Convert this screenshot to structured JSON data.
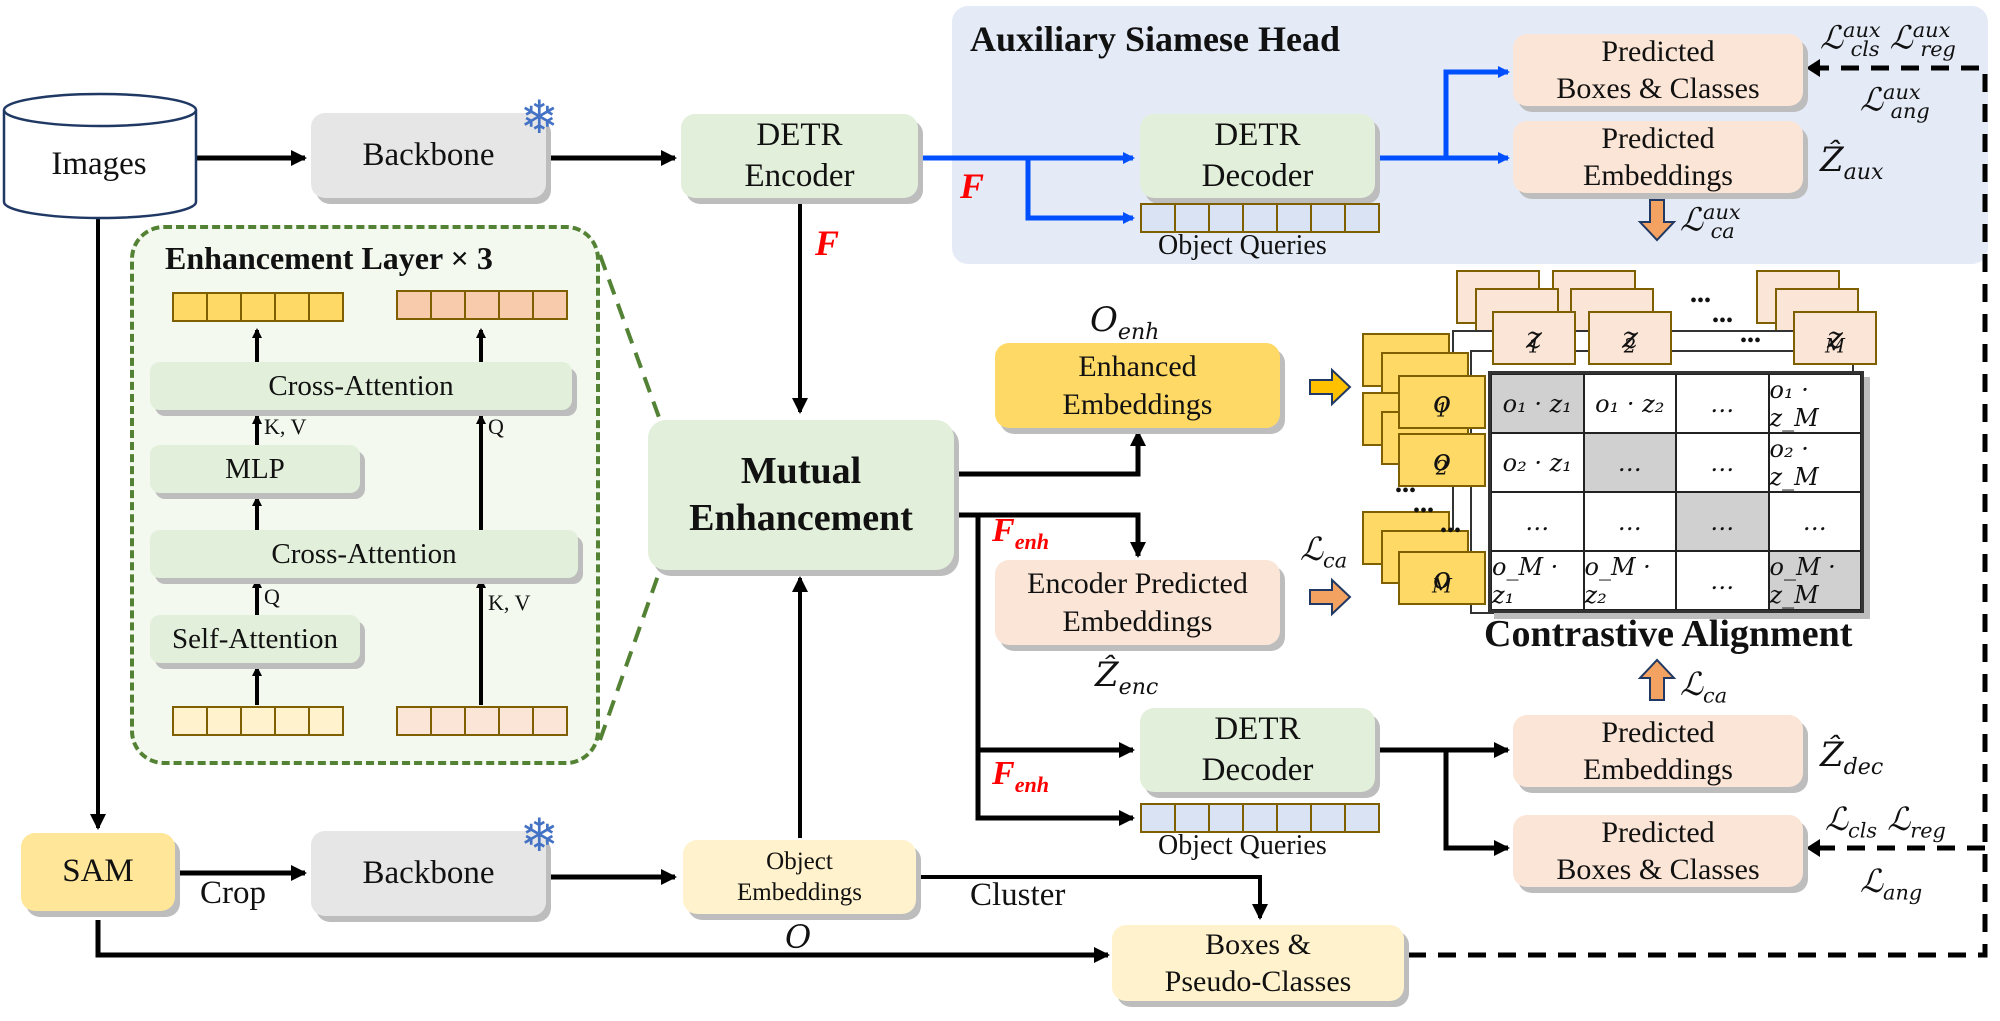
{
  "inputs": {
    "images": "Images",
    "backbone_top": "Backbone",
    "sam": "SAM",
    "crop": "Crop",
    "backbone_bottom": "Backbone",
    "object_embeddings": [
      "Object",
      "Embeddings"
    ],
    "object_embeddings_symbol": "O",
    "cluster": "Cluster",
    "boxes_pseudo": [
      "Boxes &",
      "Pseudo-Classes"
    ]
  },
  "encoder": {
    "detr_encoder": [
      "DETR",
      "Encoder"
    ],
    "feature_symbol": "F"
  },
  "aux_head": {
    "title": "Auxiliary Siamese Head",
    "decoder": [
      "DETR",
      "Decoder"
    ],
    "object_queries": "Object Queries",
    "pred_boxes": [
      "Predicted",
      "Boxes & Classes"
    ],
    "pred_embeddings": [
      "Predicted",
      "Embeddings"
    ],
    "z_aux": "Ẑ",
    "z_aux_sub": "aux",
    "loss_cls": "cls",
    "loss_reg": "reg",
    "loss_ang": "ang",
    "loss_sup": "aux",
    "loss_ca_sub": "ca",
    "loss_sym": "ℒ"
  },
  "enhancement_layer": {
    "title": "Enhancement Layer × 3",
    "cross_attention_top": "Cross-Attention",
    "mlp": "MLP",
    "cross_attention_bottom": "Cross-Attention",
    "self_attention": "Self-Attention",
    "kv_top": "K, V",
    "q_top": "Q",
    "q_bottom": "Q",
    "kv_bottom": "K, V"
  },
  "mutual": {
    "label": [
      "Mutual",
      "Enhancement"
    ],
    "o_enh": "O",
    "o_enh_sub": "enh",
    "enhanced_embeddings": [
      "Enhanced",
      "Embeddings"
    ],
    "f_enh": "F",
    "f_enh_sub": "enh",
    "encoder_pred": [
      "Encoder Predicted",
      "Embeddings"
    ],
    "z_enc": "Ẑ",
    "z_enc_sub": "enc",
    "loss_ca": "ℒ",
    "loss_ca_sub": "ca"
  },
  "main_decoder": {
    "decoder": [
      "DETR",
      "Decoder"
    ],
    "object_queries": "Object Queries",
    "pred_embeddings": [
      "Predicted",
      "Embeddings"
    ],
    "pred_boxes": [
      "Predicted",
      "Boxes & Classes"
    ],
    "z_dec": "Ẑ",
    "z_dec_sub": "dec",
    "loss_cls": "cls",
    "loss_reg": "reg",
    "loss_ang": "ang",
    "loss_ca_sub": "ca"
  },
  "contrastive": {
    "title": "Contrastive Alignment",
    "col_labels": [
      [
        "z",
        "1"
      ],
      [
        "z",
        "2"
      ],
      [
        "z",
        "M"
      ]
    ],
    "row_labels": [
      [
        "o",
        "1"
      ],
      [
        "o",
        "2"
      ],
      [
        "o",
        "M"
      ]
    ],
    "matrix": [
      [
        "o₁ · z₁",
        "o₁ · z₂",
        "…",
        "o₁ · z_M"
      ],
      [
        "o₂ · z₁",
        "…",
        "…",
        "o₂ · z_M"
      ],
      [
        "…",
        "…",
        "…",
        "…"
      ],
      [
        "o_M · z₁",
        "o_M · z₂",
        "…",
        "o_M · z_M"
      ]
    ],
    "ellipsis": "•••"
  },
  "colors": {
    "blue_flow": "#0050ff",
    "red_symbol": "#ff0000",
    "dashed_green": "#548235",
    "aux_bg": "#e4eaf6",
    "snowflake": "#4472c4",
    "arrow_orange": "#f4a261",
    "arrow_yellow": "#ffc000"
  }
}
